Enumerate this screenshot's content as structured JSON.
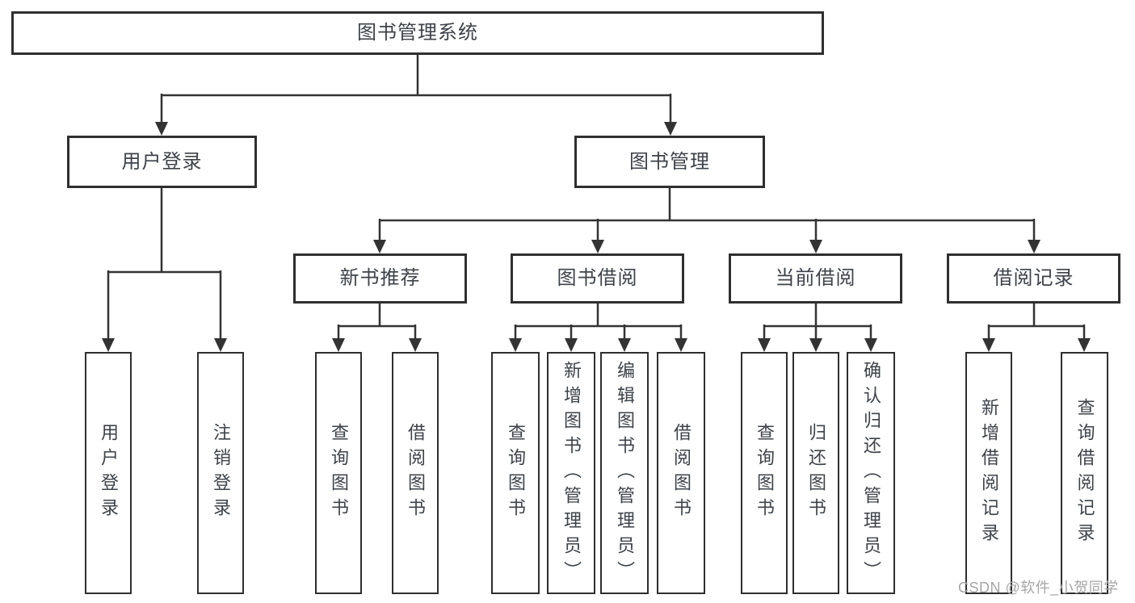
{
  "colors": {
    "line": "#333333",
    "box_border": "#2f2f2f",
    "text": "#3d424a",
    "watermark": "#a6a6a6",
    "background": "#ffffff"
  },
  "nodes": {
    "root": "图书管理系统",
    "level2": [
      "用户登录",
      "图书管理"
    ],
    "level3": [
      "新书推荐",
      "图书借阅",
      "当前借阅",
      "借阅记录"
    ],
    "leaves": {
      "user_login": [
        "用户登录",
        "注销登录"
      ],
      "new_book_rec": [
        "查询图书",
        "借阅图书"
      ],
      "book_borrow": [
        "查询图书",
        "新增图书（管理员）",
        "编辑图书（管理员）",
        "借阅图书"
      ],
      "current_borrow": [
        "查询图书",
        "归还图书",
        "确认归还（管理员）"
      ],
      "borrow_record": [
        "新增借阅记录",
        "查询借阅记录"
      ]
    }
  },
  "watermark": {
    "text": "CSDN @软件_小贺同学"
  }
}
